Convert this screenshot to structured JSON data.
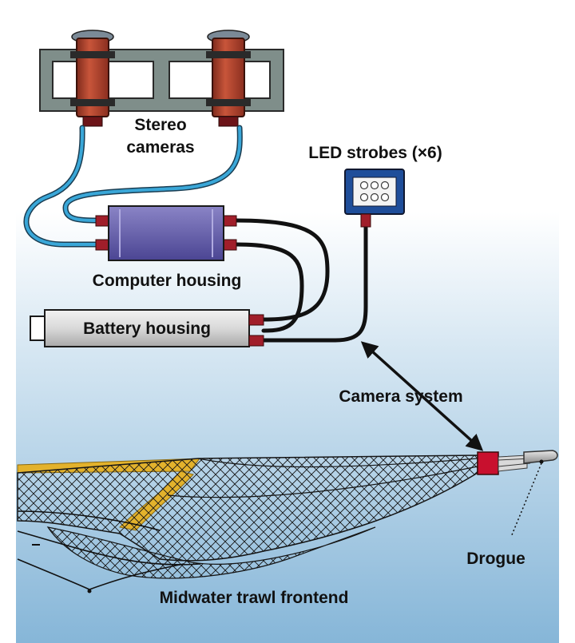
{
  "labels": {
    "stereo_cameras_line1": "Stereo",
    "stereo_cameras_line2": "cameras",
    "led_strobes": "LED strobes (×6)",
    "computer_housing": "Computer housing",
    "battery_housing": "Battery housing",
    "camera_system": "Camera system",
    "drogue": "Drogue",
    "trawl": "Midwater trawl frontend"
  },
  "colors": {
    "water_top": "#ffffff",
    "water_bottom": "#86b6d8",
    "camera_red": "#b8432c",
    "cable_blue": "#3aa7d8",
    "computer_purple": "#6a62b0",
    "connector_red": "#a01e2a",
    "frame_gray": "#7f8e8a",
    "net_yellow": "#e3b22c",
    "strobe_blue": "#1f4e9a"
  }
}
